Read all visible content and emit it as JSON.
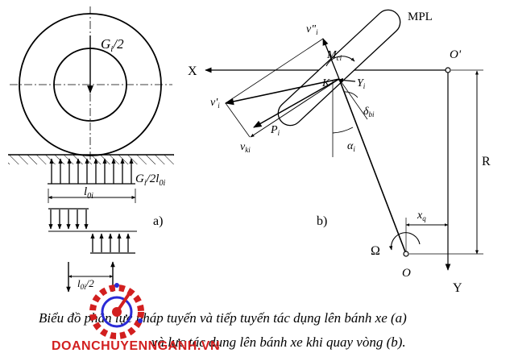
{
  "diagram": {
    "panel_a": {
      "label_weight": "G",
      "label_weight_sub": "i",
      "label_weight_rest": "/2",
      "label_load": "G",
      "label_load_sub": "i",
      "label_load_rest": "/2l",
      "label_load_sub2": "0i",
      "label_length": "l",
      "label_length_sub": "0i",
      "label_length_small": "l",
      "label_length_small_sub": "0i",
      "label_length_small_rest": "/2",
      "panel_label": "a)"
    },
    "panel_b": {
      "label_mpl": "MPL",
      "label_x": "X",
      "label_y": "Y",
      "label_o_prime": "O'",
      "label_o": "O",
      "label_r": "R",
      "label_xq": "x",
      "label_xq_sub": "q",
      "label_omega": "Ω",
      "label_k": "K",
      "label_yi": "Y",
      "label_yi_sub": "i",
      "label_pi": "P",
      "label_pi_sub": "i",
      "label_v2": "v\"",
      "label_v2_sub": "i",
      "label_v1": "v'",
      "label_v1_sub": "i",
      "label_vk": "v",
      "label_vk_sub": "ki",
      "label_m": "M",
      "label_m_sub": "ci",
      "label_delta": "δ",
      "label_delta_sub": "bi",
      "label_alpha": "α",
      "label_alpha_sub": "i",
      "panel_label": "b)"
    },
    "caption_line1": "Biểu đồ phân lực pháp tuyến và tiếp tuyến tác dụng lên bánh xe (a)",
    "caption_line2": "và lực tác dụng lên bánh xe khi quay vòng (b).",
    "watermark": "DOANCHUYENNGANH.VN"
  },
  "colors": {
    "ink": "#000000",
    "watermark_red": "#d21f1f",
    "watermark_blue": "#2a2ad6"
  }
}
